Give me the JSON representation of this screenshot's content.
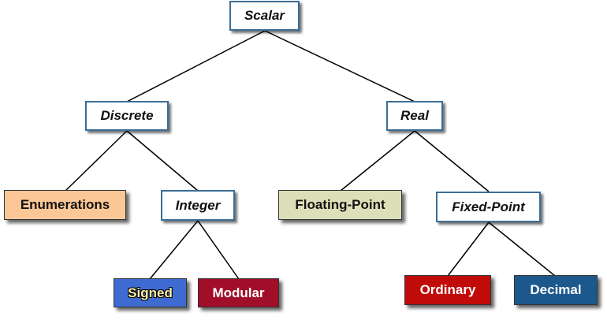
{
  "nodes": {
    "scalar": "Scalar",
    "discrete": "Discrete",
    "real": "Real",
    "enumerations": "Enumerations",
    "integer": "Integer",
    "floating_point": "Floating-Point",
    "fixed_point": "Fixed-Point",
    "signed": "Signed",
    "modular": "Modular",
    "ordinary": "Ordinary",
    "decimal": "Decimal"
  },
  "colors": {
    "abstract_border": "#3a6d97",
    "enumerations": "#fcc797",
    "floating_point": "#dddfb8",
    "signed": "#3d6bd2",
    "modular": "#a00e2a",
    "ordinary": "#c00b08",
    "decimal": "#1d588c"
  }
}
